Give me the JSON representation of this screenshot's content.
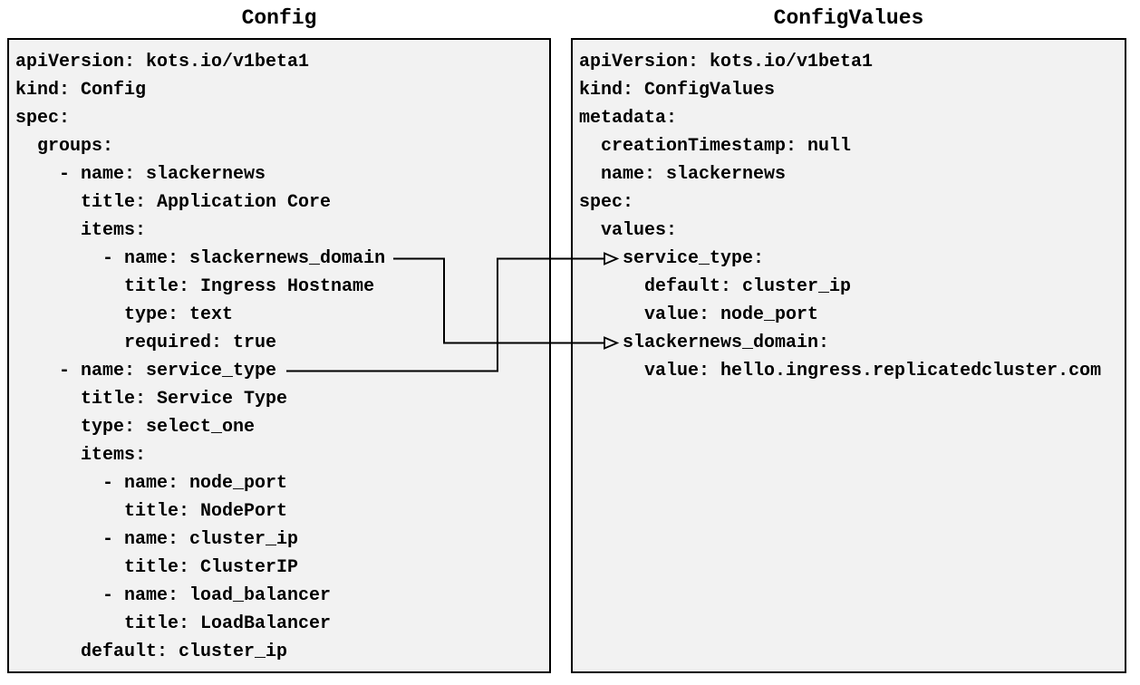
{
  "diagram": {
    "colors": {
      "panel_background": "#f2f2f2",
      "panel_border": "#000000",
      "text": "#000000",
      "arrow": "#000000"
    },
    "config_panel": {
      "title": "Config",
      "lines": [
        "apiVersion: kots.io/v1beta1",
        "kind: Config",
        "spec:",
        "  groups:",
        "    - name: slackernews",
        "      title: Application Core",
        "      items:",
        "        - name: slackernews_domain",
        "          title: Ingress Hostname",
        "          type: text",
        "          required: true",
        "    - name: service_type",
        "      title: Service Type",
        "      type: select_one",
        "      items:",
        "        - name: node_port",
        "          title: NodePort",
        "        - name: cluster_ip",
        "          title: ClusterIP",
        "        - name: load_balancer",
        "          title: LoadBalancer",
        "      default: cluster_ip"
      ]
    },
    "config_values_panel": {
      "title": "ConfigValues",
      "lines": [
        "apiVersion: kots.io/v1beta1",
        "kind: ConfigValues",
        "metadata:",
        "  creationTimestamp: null",
        "  name: slackernews",
        "spec:",
        "  values:",
        "    service_type:",
        "      default: cluster_ip",
        "      value: node_port",
        "    slackernews_domain:",
        "      value: hello.ingress.replicatedcluster.com"
      ]
    },
    "arrows": [
      {
        "id": "slackernews_domain",
        "from_label": "slackernews_domain",
        "to_label": "slackernews_domain:"
      },
      {
        "id": "service_type",
        "from_label": "service_type",
        "to_label": "service_type:"
      }
    ]
  }
}
